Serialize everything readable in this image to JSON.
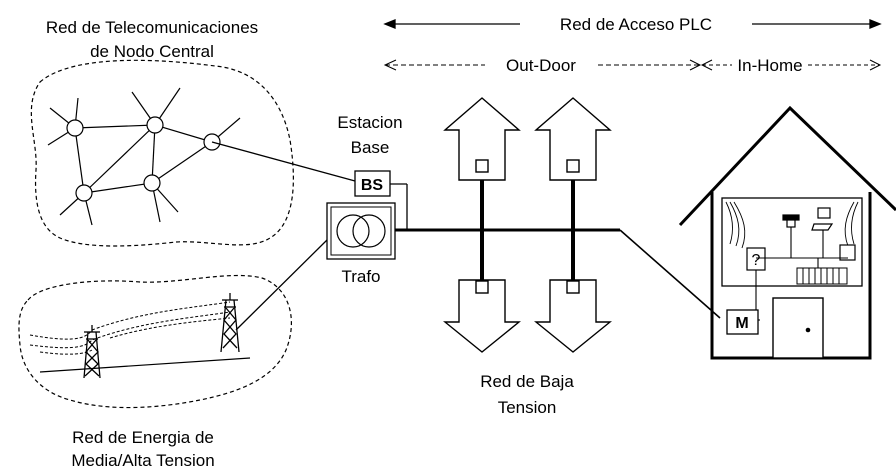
{
  "labels": {
    "core_network_line1": "Red de Telecomunicaciones",
    "core_network_line2": "de Nodo Central",
    "access_network": "Red de Acceso PLC",
    "outdoor": "Out-Door",
    "inhome": "In-Home",
    "base_station_line1": "Estacion",
    "base_station_line2": "Base",
    "bs_box": "BS",
    "transformer": "Trafo",
    "low_voltage_line1": "Red de Baja",
    "low_voltage_line2": "Tension",
    "energy_network_line1": "Red de Energia de",
    "energy_network_line2": "Media/Alta Tension",
    "modem_box": "M",
    "unknown_device": "?"
  }
}
